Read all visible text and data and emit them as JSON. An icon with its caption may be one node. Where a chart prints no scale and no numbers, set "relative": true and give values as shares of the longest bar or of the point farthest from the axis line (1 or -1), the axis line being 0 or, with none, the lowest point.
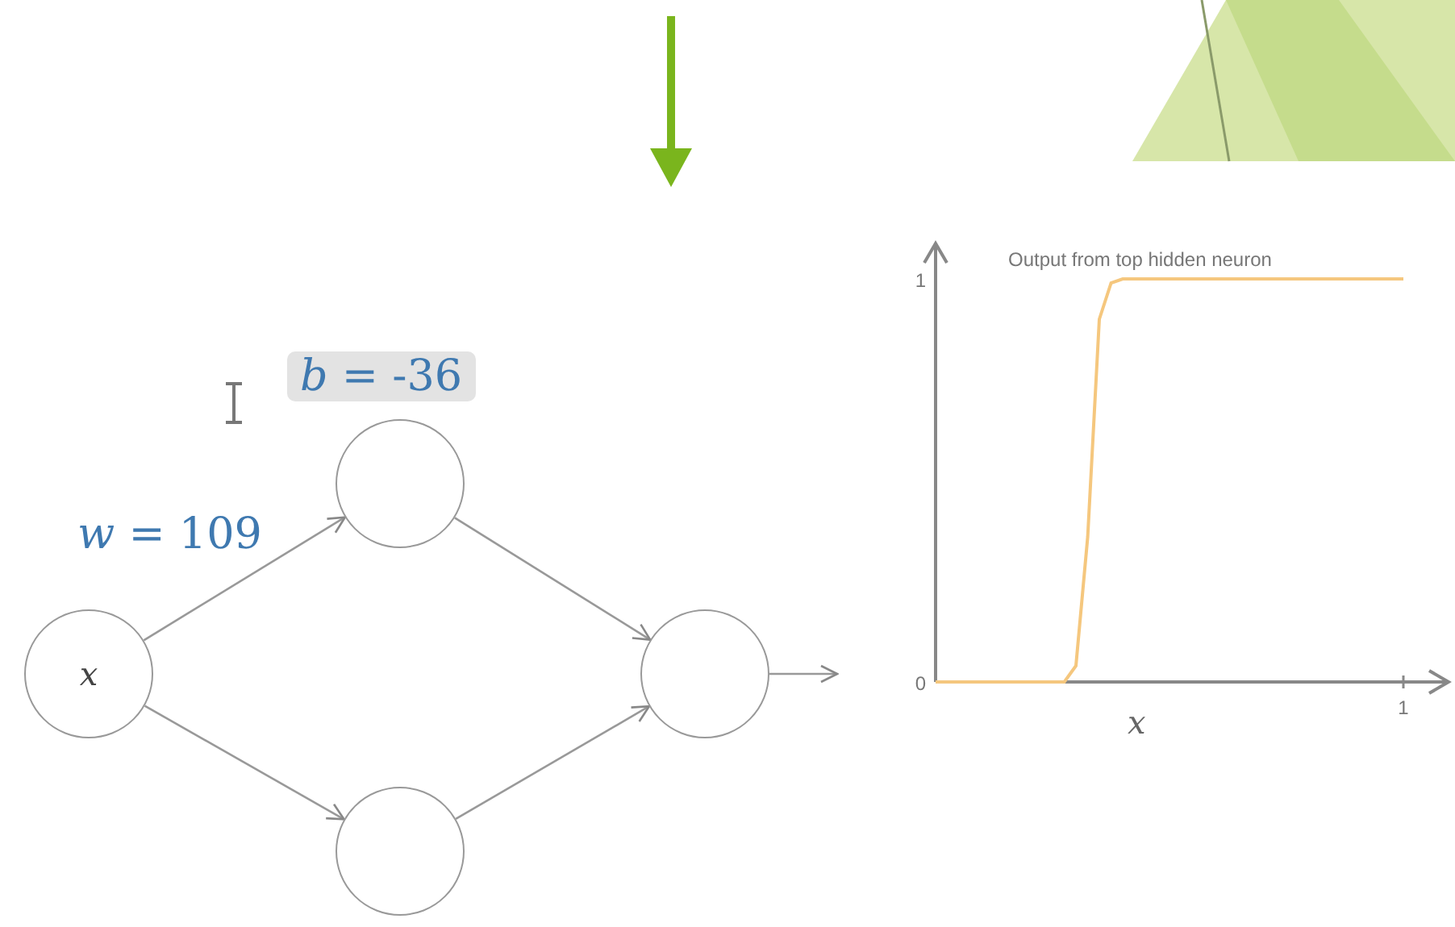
{
  "diagram": {
    "nodes": [
      {
        "text": [
          "x"
        ]
      },
      {
        "text": [],
        "shape": "circle",
        "beside": [
          "*b* = -36"
        ]
      },
      {
        "text": [],
        "shape": "circle"
      },
      {
        "text": [],
        "shape": "circle"
      }
    ],
    "edges": [
      {
        "from": 0,
        "to": 1,
        "arrow": "to",
        "label": "*w* = 109"
      },
      {
        "from": 0,
        "to": 2,
        "arrow": "to"
      },
      {
        "from": 1,
        "to": 3,
        "arrow": "to"
      },
      {
        "from": 2,
        "to": 3,
        "arrow": "to"
      },
      {
        "from": 3,
        "to": null,
        "arrow": "to"
      }
    ],
    "chart_data": {
      "type": "line",
      "title": "Output from top hidden neuron",
      "xlabel": "x",
      "series": [
        {
          "color": "#f5c77e",
          "values": [
            0,
            0,
            0,
            0,
            0,
            0,
            0,
            0,
            0,
            0,
            0,
            0,
            0.04,
            0.36,
            0.9,
            0.99,
            1,
            1,
            1,
            1,
            1,
            1,
            1,
            1,
            1,
            1,
            1,
            1,
            1,
            1,
            1,
            1,
            1,
            1,
            1,
            1,
            1,
            1,
            1,
            1,
            1
          ]
        }
      ],
      "relative": true,
      "annotations": [
        "1",
        "0",
        "1"
      ]
    }
  }
}
